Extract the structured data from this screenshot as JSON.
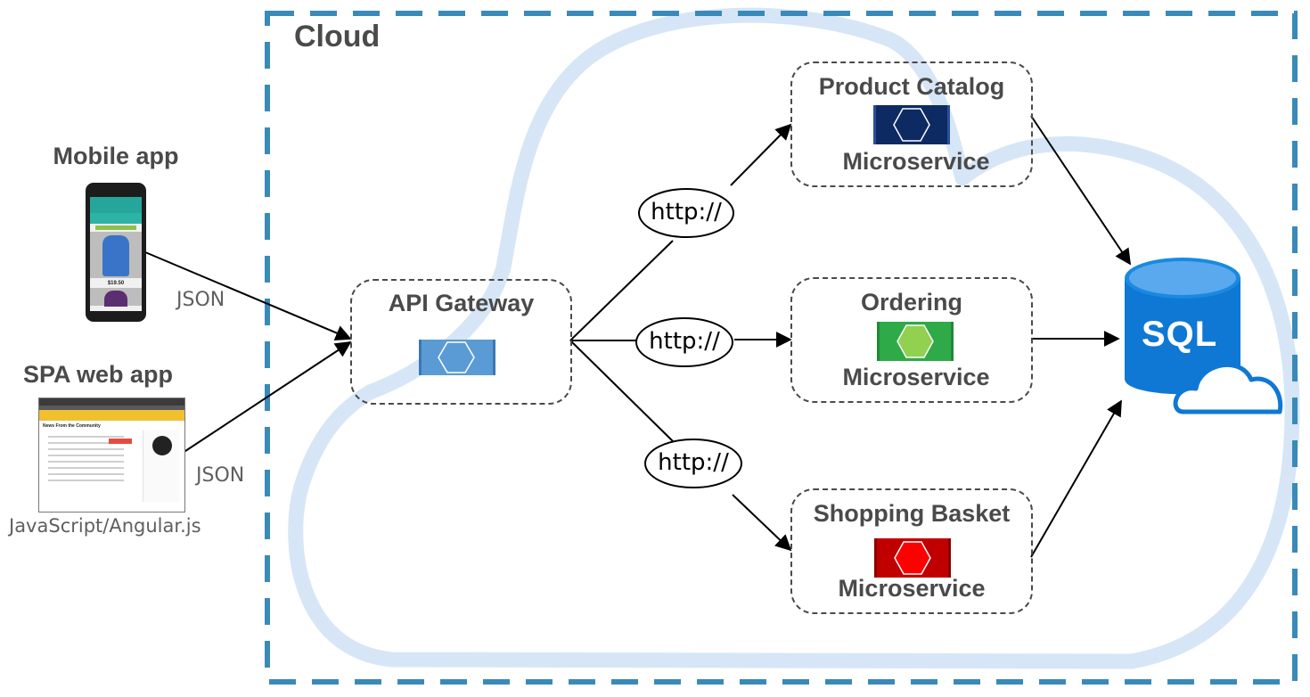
{
  "cloud_label": "Cloud",
  "clients": {
    "mobile": {
      "title": "Mobile app",
      "connector_label": "JSON",
      "screen_price": "$19.50"
    },
    "spa": {
      "title": "SPA web app",
      "subtitle": "JavaScript/Angular.js",
      "connector_label": "JSON",
      "screen_heading": "News From the Community"
    }
  },
  "gateway": {
    "title": "API Gateway",
    "icon": "hexagon-service-icon",
    "color": "#5b9bd5"
  },
  "protocol_labels": [
    "http://",
    "http://",
    "http://"
  ],
  "services": [
    {
      "title": "Product Catalog",
      "subtitle": "Microservice",
      "icon": "hexagon-service-icon",
      "color": "#0e2a63"
    },
    {
      "title": "Ordering",
      "subtitle": "Microservice",
      "icon": "hexagon-service-icon",
      "color": "#2eaa48"
    },
    {
      "title": "Shopping Basket",
      "subtitle": "Microservice",
      "icon": "hexagon-service-icon",
      "color": "#c00000"
    }
  ],
  "database": {
    "label": "SQL",
    "icon": "sql-database-cloud-icon",
    "color": "#0f78d4"
  },
  "colors": {
    "boundary": "#3a8ab9",
    "cloud_outline": "#d6e6f6"
  }
}
